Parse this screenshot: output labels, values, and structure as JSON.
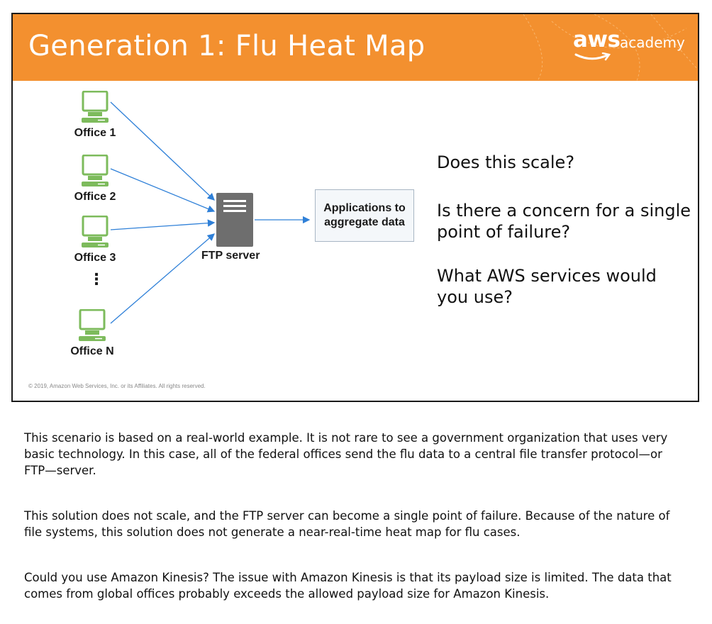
{
  "slide": {
    "title": "Generation 1: Flu Heat Map",
    "logo": {
      "aws": "aws",
      "academy": "academy"
    },
    "offices": [
      {
        "label": "Office 1"
      },
      {
        "label": "Office 2"
      },
      {
        "label": "Office 3"
      },
      {
        "label": "Office N"
      }
    ],
    "ellipsis": "⋮",
    "server_label": "FTP server",
    "app_box": "Applications to aggregate data",
    "questions": [
      "Does this scale?",
      "Is there a concern for a single point of failure?",
      "What AWS services would you use?"
    ],
    "copyright": "© 2019, Amazon Web Services, Inc. or its Affiliates. All rights reserved.",
    "colors": {
      "banner": "#f3902f",
      "arrow": "#2f80d8",
      "computer": "#7dbb5c",
      "server": "#6e6e6e"
    }
  },
  "notes": [
    "This scenario is based on a real-world example. It is not rare to see a government organization that uses very basic technology. In this case, all of the federal offices send the flu data to a central file transfer protocol—or FTP—server.",
    "This solution does not scale, and the FTP server can become a single point of failure. Because of the nature of file systems, this solution does not generate a near-real-time heat map for flu cases.",
    "Could you use Amazon Kinesis? The issue with Amazon Kinesis is that its payload size is limited. The data that comes from global offices probably exceeds the allowed payload size for Amazon Kinesis."
  ]
}
